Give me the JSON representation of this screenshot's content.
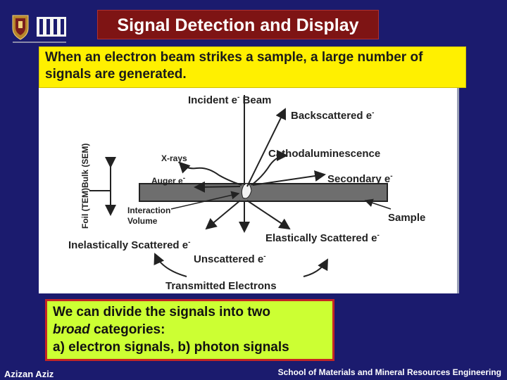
{
  "header": {
    "title": "Signal Detection and Display"
  },
  "intro": {
    "text": "When an electron beam strikes a sample, a large number of signals are generated."
  },
  "diagram": {
    "labels": {
      "incident": "Incident e",
      "backscattered": "Backscattered e",
      "xrays": "X-rays",
      "cathodoluminescence": "Cathodaluminescence",
      "auger": "Auger e",
      "secondary": "Secondary e",
      "interaction_1": "Interaction",
      "interaction_2": "Volume",
      "sample": "Sample",
      "elastic": "Elastically Scattered e",
      "inelastic": "Inelastically Scattered e",
      "unscattered": "Unscattered e",
      "transmitted": "Transmitted Electrons",
      "thickness": "Foil (TEM)Bulk (SEM)",
      "minus": "-"
    }
  },
  "note": {
    "line1": "We can divide the signals into two",
    "line2_em": "broad",
    "line2_rest": " categories:",
    "line3": "a) electron signals, b) photon signals"
  },
  "footer": {
    "author": "Azizan Aziz",
    "school": "School of Materials and Mineral Resources Engineering"
  },
  "colors": {
    "background": "#1b1b6e",
    "title_box": "#7e1414",
    "intro_box": "#fff000",
    "note_box": "#ccff33",
    "note_border": "#c42525"
  }
}
